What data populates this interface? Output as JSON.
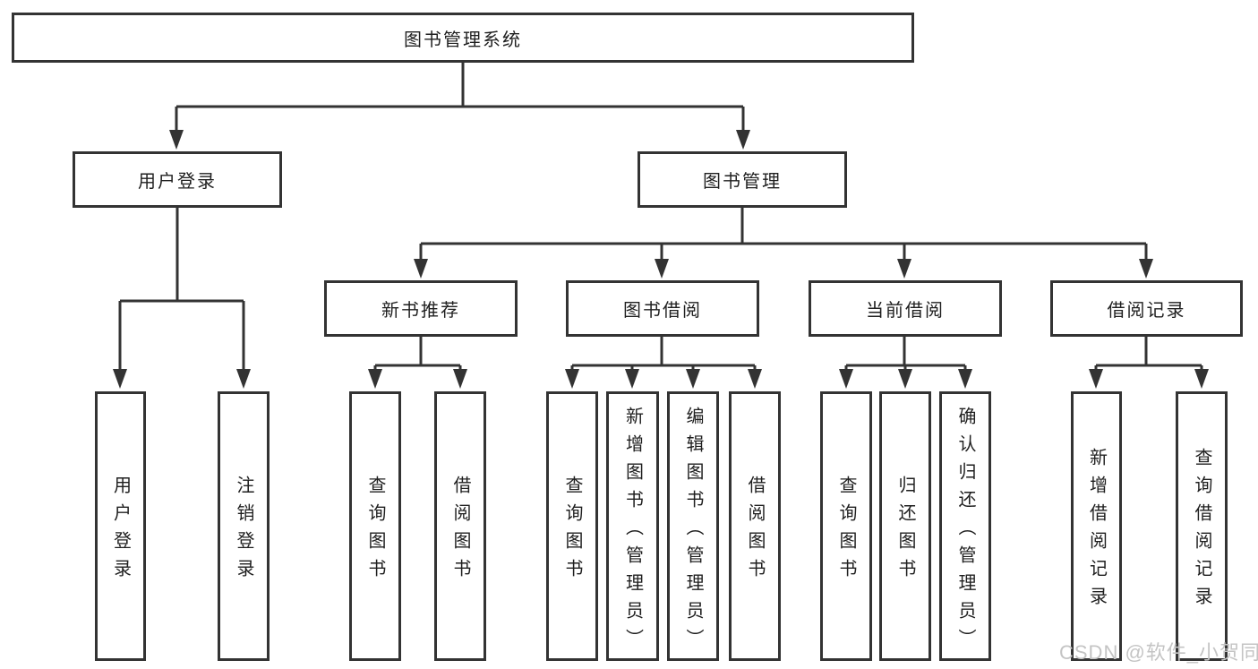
{
  "diagram_title": "图书管理系统",
  "tree": {
    "root": {
      "label": "图书管理系统",
      "children": [
        {
          "label": "用户登录",
          "children": [
            {
              "label": "用户登录"
            },
            {
              "label": "注销登录"
            }
          ]
        },
        {
          "label": "图书管理",
          "children": [
            {
              "label": "新书推荐",
              "children": [
                {
                  "label": "查询图书"
                },
                {
                  "label": "借阅图书"
                }
              ]
            },
            {
              "label": "图书借阅",
              "children": [
                {
                  "label": "查询图书"
                },
                {
                  "label": "新增图书（管理员）"
                },
                {
                  "label": "编辑图书（管理员）"
                },
                {
                  "label": "借阅图书"
                }
              ]
            },
            {
              "label": "当前借阅",
              "children": [
                {
                  "label": "查询图书"
                },
                {
                  "label": "归还图书"
                },
                {
                  "label": "确认归还（管理员）"
                }
              ]
            },
            {
              "label": "借阅记录",
              "children": [
                {
                  "label": "新增借阅记录"
                },
                {
                  "label": "查询借阅记录"
                }
              ]
            }
          ]
        }
      ]
    }
  },
  "watermark": "CSDN @软件_小贺同学",
  "colors": {
    "line": "#333333",
    "box_border": "#333333",
    "text": "#1f1f1f",
    "background": "#ffffff",
    "watermark_text": "#c4c4c4"
  }
}
